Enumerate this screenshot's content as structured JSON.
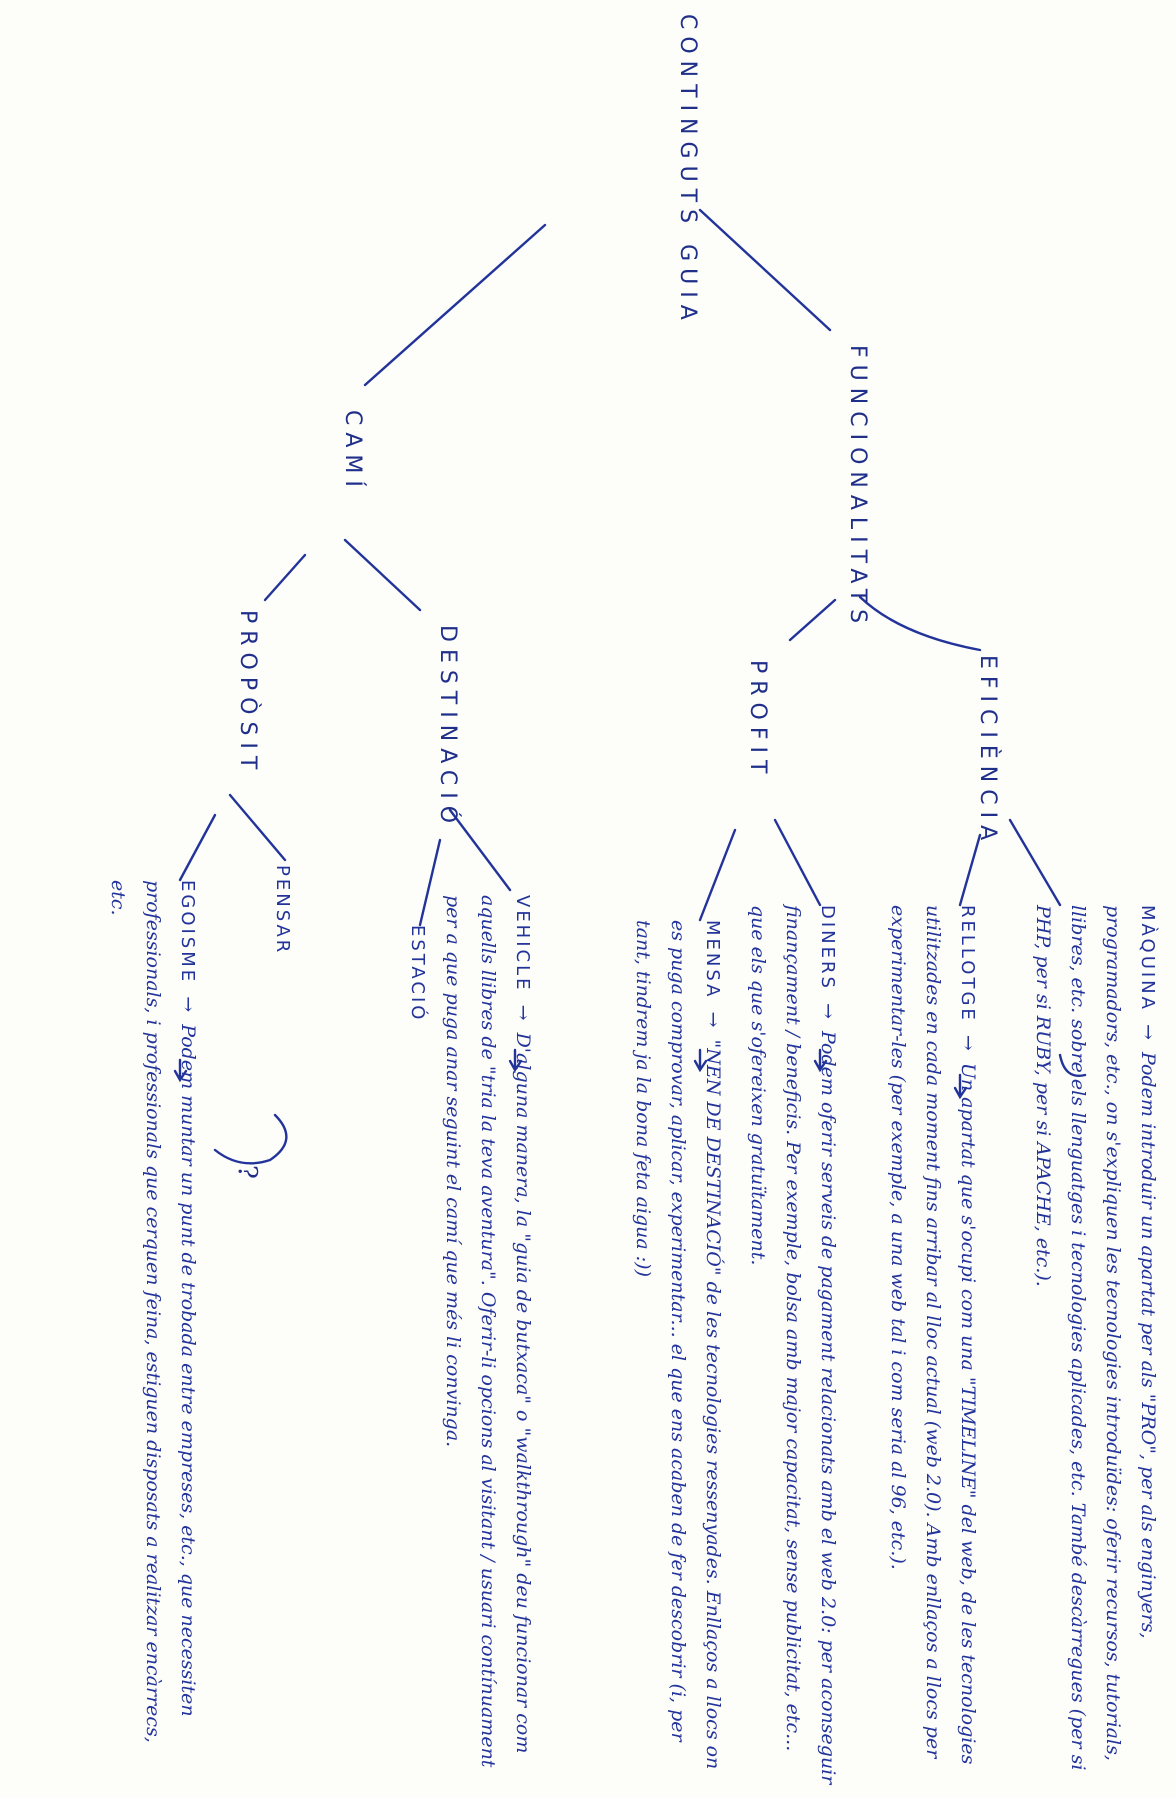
{
  "tree": {
    "root": "CONTINGUTS GUIA",
    "funcionalitats": {
      "label": "FUNCIONALITATS",
      "eficiencia": "EFICIÈNCIA",
      "profit": "PROFIT"
    },
    "cami": {
      "label": "CAMÍ",
      "destinacio": "DESTINACIÓ",
      "proposit": "PROPÒSIT"
    }
  },
  "notes": {
    "maquina": {
      "key": "MÀQUINA",
      "text": "Podem introduir un apartat per als \"PRO\", per als enginyers, programadors, etc., on s'expliquen les tecnologies introduïdes: oferir recursos, tutorials, llibres, etc. sobre els llenguatges i tecnologies aplicades, etc. També descàrregues (per si PHP, per si RUBY, per si APACHE, etc.)."
    },
    "rellotge": {
      "key": "RELLOTGE",
      "text": "Un apartat que s'ocupi com una \"TIMELINE\" del web, de les tecnologies utilitzades en cada moment fins arribar al lloc actual (web 2.0). Amb enllaços a llocs per experimentar-les (per exemple, a una web tal i com seria al 96, etc.)."
    },
    "diners": {
      "key": "DINERS",
      "text": "Podem oferir serveis de pagament relacionats amb el web 2.0: per aconseguir finançament / beneficis. Per exemple, bolsa amb major capacitat, sense publicitat, etc... que els que s'ofereixen gratuïtament."
    },
    "mensa": {
      "key": "MENSA",
      "text": "\"NEN DE DESTINACIÓ\" de les tecnologies ressenyades. Enllaços a llocs on es puga comprovar, aplicar, experimentar... el que ens acaben de fer descobrir (i, per tant, tindrem ja la bona feta aigua :))"
    },
    "vehicle": {
      "key": "VEHICLE",
      "text": "D'alguna manera, la \"guia de butxaca\" o \"walkthrough\" deu funcionar com aquells llibres de \"tria la teva aventura\". Oferir-li opcions al visitant / usuari contínuament per a que puga anar seguint el camí que més li convinga."
    },
    "estacio": {
      "key": "ESTACIÓ"
    },
    "pensar": {
      "key": "PENSAR",
      "mark": "?"
    },
    "egoisme": {
      "key": "EGOISME",
      "text": "Podem muntar un punt de trobada entre empreses, etc., que necessiten professionals, i professionals que cerquen feina, estiguen disposats a realitzar encàrrecs, etc."
    }
  }
}
